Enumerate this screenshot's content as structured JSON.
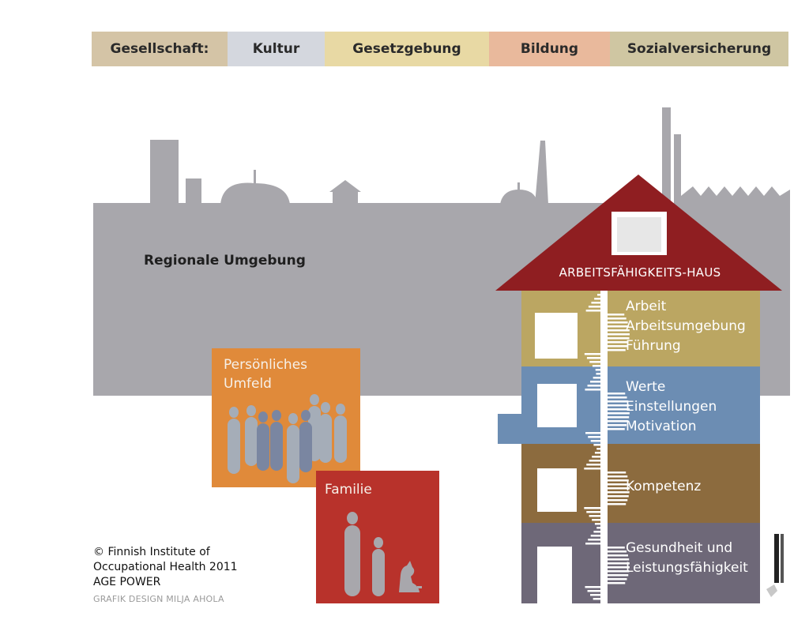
{
  "society_bar": {
    "label": "Gesellschaft:",
    "segments": [
      {
        "label": "Kultur",
        "color": "#d4d7de"
      },
      {
        "label": "Gesetzgebung",
        "color": "#e8d9a4"
      },
      {
        "label": "Bildung",
        "color": "#e9b99c"
      },
      {
        "label": "Sozialversicherung",
        "color": "#cfc6a2"
      }
    ],
    "label_color": "#d4c4a6"
  },
  "regional": {
    "label": "Regionale Umgebung",
    "color": "#a8a7ac"
  },
  "personal": {
    "label_line1": "Persönliches",
    "label_line2": "Umfeld",
    "color": "#e08a3a"
  },
  "family": {
    "label": "Familie",
    "color": "#b8322b"
  },
  "house": {
    "title": "ARBEITSFÄHIGKEITS-HAUS",
    "roof_color": "#8f1e21",
    "floors": [
      {
        "lines": [
          "Arbeit",
          "Arbeitsumgebung",
          "Führung"
        ],
        "color": "#bba662"
      },
      {
        "lines": [
          "Werte",
          "Einstellungen",
          "Motivation"
        ],
        "color": "#6c8db3"
      },
      {
        "lines": [
          "Kompetenz"
        ],
        "color": "#8c6b3e"
      },
      {
        "lines": [
          "Gesundheit und",
          "Leistungsfähigkeit"
        ],
        "color": "#6e6878"
      }
    ]
  },
  "credit": {
    "line1": "© Finnish Institute of",
    "line2": "Occupational Health 2011",
    "line3": "AGE POWER",
    "line4": "GRAFIK DESIGN MILJA AHOLA"
  }
}
